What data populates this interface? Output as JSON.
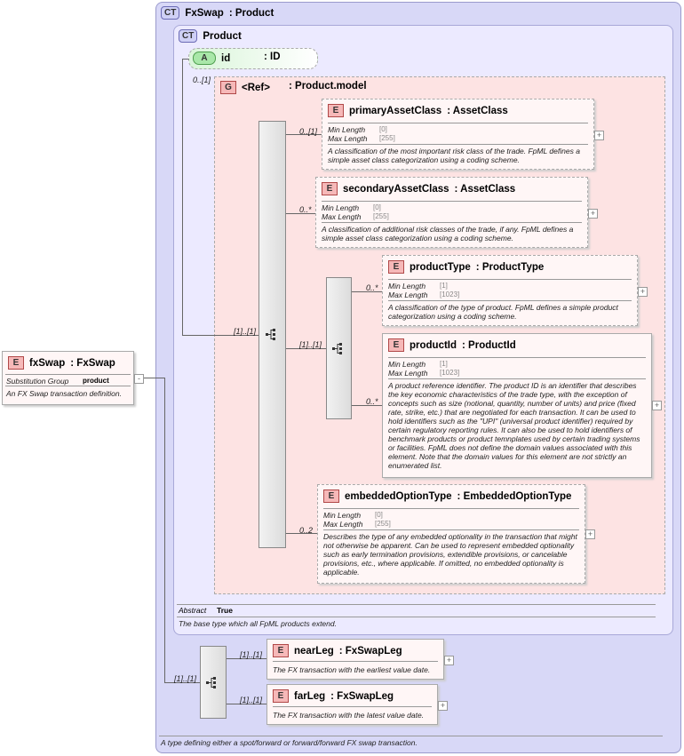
{
  "root_type": {
    "badge": "CT",
    "name": "FxSwap",
    "type": ": Product",
    "documentation": "A type defining either a spot/forward or forward/forward FX swap transaction."
  },
  "base_type": {
    "badge": "CT",
    "name": "Product",
    "abstract_label": "Abstract",
    "abstract_value": "True",
    "documentation": "The base type which all FpML products extend."
  },
  "attribute": {
    "badge": "A",
    "name": "id",
    "type": ": ID",
    "cardinality": "0..[1]"
  },
  "group": {
    "badge": "G",
    "name": "<Ref>",
    "type": ": Product.model",
    "cardinality": "[1]..[1]"
  },
  "elements": {
    "primaryAssetClass": {
      "badge": "E",
      "name": "primaryAssetClass",
      "type": ": AssetClass",
      "cardinality": "0..[1]",
      "min_label": "Min Length",
      "min_value": "[0]",
      "max_label": "Max Length",
      "max_value": "[255]",
      "documentation": "A classification of the most important risk class of the trade. FpML defines a simple asset class categorization using a coding scheme."
    },
    "secondaryAssetClass": {
      "badge": "E",
      "name": "secondaryAssetClass",
      "type": ": AssetClass",
      "cardinality": "0..*",
      "min_label": "Min Length",
      "min_value": "[0]",
      "max_label": "Max Length",
      "max_value": "[255]",
      "documentation": "A classification of additional risk classes of the trade, if any. FpML defines a simple asset class categorization using a coding scheme."
    },
    "productType": {
      "badge": "E",
      "name": "productType",
      "type": ": ProductType",
      "cardinality": "0..*",
      "min_label": "Min Length",
      "min_value": "[1]",
      "max_label": "Max Length",
      "max_value": "[1023]",
      "documentation": "A classification of the type of product. FpML defines a simple product categorization using a coding scheme."
    },
    "productId": {
      "badge": "E",
      "name": "productId",
      "type": ": ProductId",
      "cardinality": "0..*",
      "min_label": "Min Length",
      "min_value": "[1]",
      "max_label": "Max Length",
      "max_value": "[1023]",
      "documentation": "A product reference identifier. The product ID is an identifier that describes the key economic characteristics of the trade type, with the exception of concepts such as size (notional, quantity, number of units) and price (fixed rate, strike, etc.) that are negotiated for each transaction. It can be used to hold identifiers such as the \"UPI\" (universal product identifier) required by certain regulatory reporting rules. It can also be used to hold identifiers of benchmark products or product temnplates used by certain trading systems or facilities. FpML does not define the domain values associated with this element. Note that the domain values for this element are not strictly an enumerated list."
    },
    "embeddedOptionType": {
      "badge": "E",
      "name": "embeddedOptionType",
      "type": ": EmbeddedOptionType",
      "cardinality": "0..2",
      "min_label": "Min Length",
      "min_value": "[0]",
      "max_label": "Max Length",
      "max_value": "[255]",
      "documentation": "Describes the type of any embedded optionality in the transaction that might not otherwise be apparent. Can be used to represent embedded optionality such as early termination provisions, extendible provisions, or cancelable provisions, etc., where applicable. If omitted, no embedded optionality is applicable."
    },
    "nearLeg": {
      "badge": "E",
      "name": "nearLeg",
      "type": ": FxSwapLeg",
      "cardinality": "[1]..[1]",
      "documentation": "The FX transaction with the earliest value date."
    },
    "farLeg": {
      "badge": "E",
      "name": "farLeg",
      "type": ": FxSwapLeg",
      "cardinality": "[1]..[1]",
      "documentation": "The FX transaction with the latest value date."
    }
  },
  "choice_cardinality": "[1]..[1]",
  "fx_sequence_cardinality": "[1]..[1]",
  "root_element": {
    "badge": "E",
    "name": "fxSwap",
    "type": ": FxSwap",
    "subst_label": "Substitution Group",
    "subst_value": "product",
    "documentation": "An FX Swap transaction definition."
  },
  "expander_symbol": "+",
  "collapse_symbol": "-"
}
